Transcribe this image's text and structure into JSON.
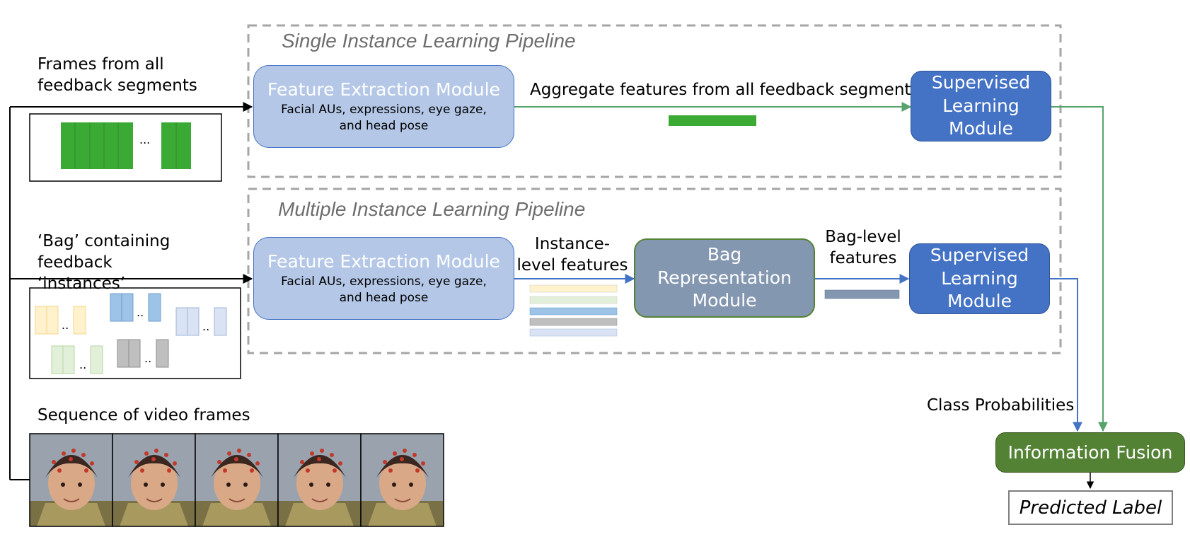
{
  "single_pipeline": {
    "title": "Single Instance Learning Pipeline",
    "input_label": "Frames from all feedback segments",
    "feature_module": {
      "title": "Feature Extraction Module",
      "subtitle": "Facial AUs, expressions, eye gaze, and head pose"
    },
    "aggregate_label": "Aggregate features from all feedback segments",
    "supervised_module": "Supervised Learning Module",
    "ellipsis": "..."
  },
  "multiple_pipeline": {
    "title": "Multiple Instance Learning Pipeline",
    "input_label": "‘Bag’ containing feedback ‘instances’",
    "feature_module": {
      "title": "Feature Extraction Module",
      "subtitle": "Facial AUs, expressions, eye gaze, and head pose"
    },
    "instance_label": "Instance-level features",
    "bag_module": "Bag Representation Module",
    "bag_label": "Bag-level features",
    "supervised_module": "Supervised Learning Module",
    "ellipsis": ".."
  },
  "video": {
    "label": "Sequence of video frames",
    "frame_count": 5
  },
  "fusion": {
    "class_prob_label": "Class Probabilities",
    "module": "Information Fusion",
    "output": "Predicted Label"
  },
  "colors": {
    "green_frames": "#3aaa35",
    "green_arrow": "#56a36c",
    "blue_arrow": "#4472c4",
    "dashed_border": "#a6a6a6",
    "bag_yellow": "#fff2cc",
    "bag_green": "#e2f0d9",
    "bag_blue": "#9dc3e6",
    "bag_lightblue": "#dae3f3",
    "bag_gray": "#bfbfbf"
  }
}
